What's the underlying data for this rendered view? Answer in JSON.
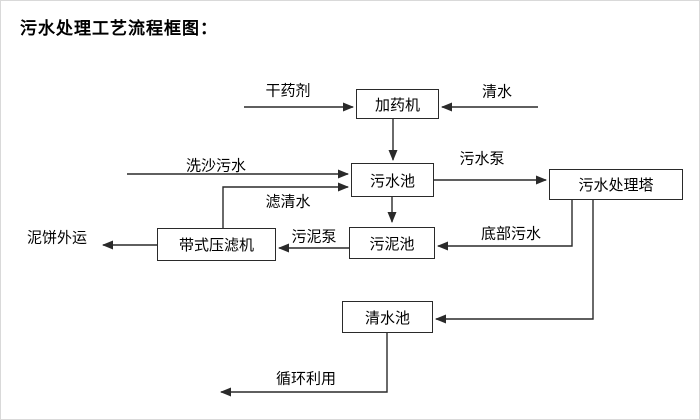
{
  "page": {
    "title": "污水处理工艺流程框图："
  },
  "diagram": {
    "nodes": {
      "dosing_machine": {
        "label": "加药机"
      },
      "sewage_pool": {
        "label": "污水池"
      },
      "treatment_tower": {
        "label": "污水处理塔"
      },
      "sludge_pool": {
        "label": "污泥池"
      },
      "belt_filter_press": {
        "label": "带式压滤机"
      },
      "clean_water_pool": {
        "label": "清水池"
      }
    },
    "flow_labels": {
      "dry_agent": "干药剂",
      "clean_water": "清水",
      "sand_washing_sewage": "洗沙污水",
      "sewage_pump": "污水泵",
      "filtered_water": "滤清水",
      "sludge_pump": "污泥泵",
      "bottom_sewage": "底部污水",
      "mud_cake_out": "泥饼外运",
      "recycle_use": "循环利用"
    },
    "colors": {
      "line": "#2a2a2a",
      "box_border": "#2a2a2a",
      "text": "#000000",
      "background": "#ffffff"
    }
  }
}
